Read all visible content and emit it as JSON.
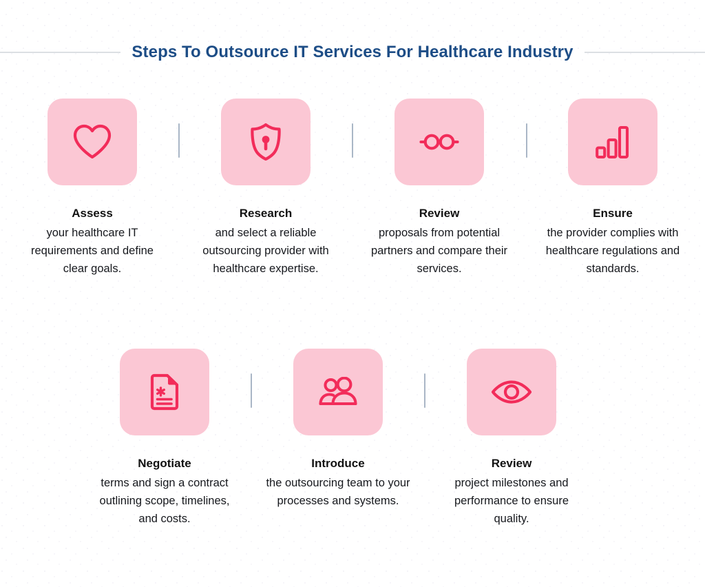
{
  "header": {
    "title": "Steps To Outsource IT Services For Healthcare Industry",
    "title_color": "#1d4d86",
    "rule_color": "#dcdfe3"
  },
  "theme": {
    "card_background": "#fbc7d4",
    "icon_stroke": "#f22c5a",
    "divider_color": "#a9b6c6",
    "page_background": "#ffffff",
    "text_color": "#16181d"
  },
  "rows": [
    {
      "name": "top-row",
      "steps": [
        {
          "icon": "heart-icon",
          "title": "Assess",
          "body": "your healthcare IT requirements and define clear goals."
        },
        {
          "icon": "shield-lock-icon",
          "title": "Research",
          "body": "and select a reliable outsourcing provider with healthcare expertise."
        },
        {
          "icon": "eyeglasses-icon",
          "title": "Review",
          "body": "proposals from potential partners and compare their services."
        },
        {
          "icon": "bar-chart-icon",
          "title": "Ensure",
          "body": "the provider complies with healthcare regulations and standards."
        }
      ]
    },
    {
      "name": "bottom-row",
      "steps": [
        {
          "icon": "document-asterisk-icon",
          "title": "Negotiate",
          "body": "terms and sign a contract outlining scope, timelines, and costs."
        },
        {
          "icon": "users-icon",
          "title": "Introduce",
          "body": "the outsourcing team to your processes and systems."
        },
        {
          "icon": "eye-icon",
          "title": "Review",
          "body": "project milestones and performance to ensure quality."
        }
      ]
    }
  ]
}
